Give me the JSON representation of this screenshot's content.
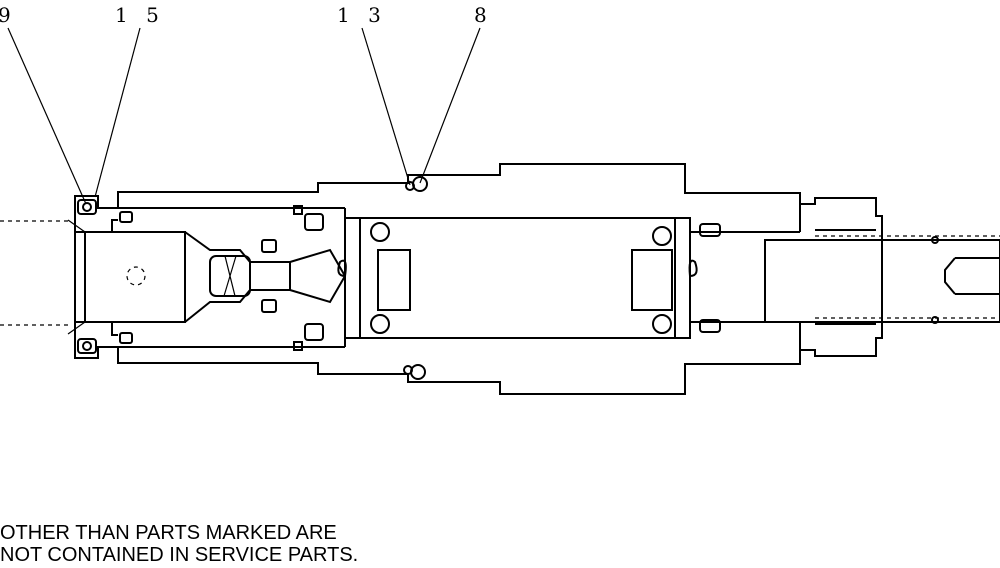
{
  "callouts": {
    "c9": "9",
    "c15": "1 5",
    "c13": "1 3",
    "c8": "8"
  },
  "note": {
    "line1": "OTHER THAN PARTS MARKED ARE",
    "line2": "NOT CONTAINED IN SERVICE PARTS."
  }
}
